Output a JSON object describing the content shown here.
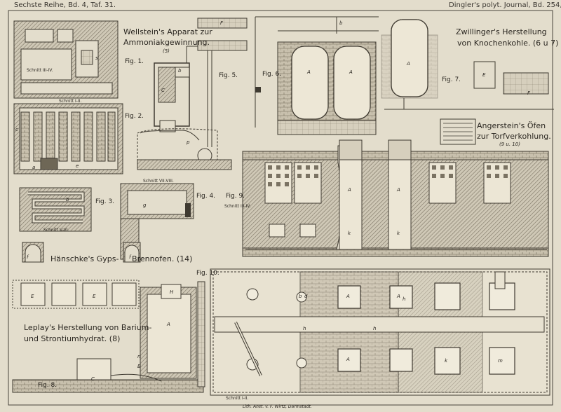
{
  "header": {
    "left": "Sechste Reihe, Bd. 4, Taf. 31.",
    "right": "Dingler's polyt. Journal, Bd. 254, Taf. 31."
  },
  "titles": {
    "wellstein_1": "Wellstein's Apparat zur",
    "wellstein_2": "Ammoniakgewinnung.",
    "wellstein_ref": "(5)",
    "zwillinger_1": "Zwillinger's Herstellung",
    "zwillinger_2": "von Knochenkohle. (6 u 7)",
    "angerstein_1": "Angerstein's Öfen",
    "angerstein_2": "zur Torfverkohlung.",
    "angerstein_ref": "(9 u. 10)",
    "haenschke_1": "Hänschke's Gyps-",
    "haenschke_2": "Brennofen. (14)",
    "leplay_1": "Leplay's Herstellung von Barium-",
    "leplay_2": "und Strontiumhydrat. (8)"
  },
  "figures": {
    "fig1": "Fig. 1.",
    "fig2": "Fig. 2.",
    "fig3": "Fig. 3.",
    "fig4": "Fig. 4.",
    "fig5": "Fig. 5.",
    "fig6": "Fig. 6.",
    "fig7": "Fig. 7.",
    "fig8": "Fig. 8.",
    "fig9": "Fig. 9.",
    "fig10": "Fig. 10."
  },
  "sections": {
    "s_iii_iv_a": "Schnitt III-IV.",
    "s_i_ii": "Schnitt I-II.",
    "s_v_vi": "Schnitt V-VI.",
    "s_vii_viii": "Schnitt VII-VIII.",
    "s_iii_iv_b": "Schnitt III-IV.",
    "s_i_ii_b": "Schnitt I-II."
  },
  "letters": {
    "A": "A",
    "B": "B",
    "C": "C",
    "E": "E",
    "F": "F",
    "H": "H",
    "a": "a",
    "b": "b",
    "c": "c",
    "d": "d",
    "e": "e",
    "f": "f",
    "g": "g",
    "h": "h",
    "k": "k",
    "m": "m",
    "n": "n",
    "p": "p",
    "s": "s"
  },
  "footer": "Lith. Anst. v. F. Wirtz, Darmstadt."
}
